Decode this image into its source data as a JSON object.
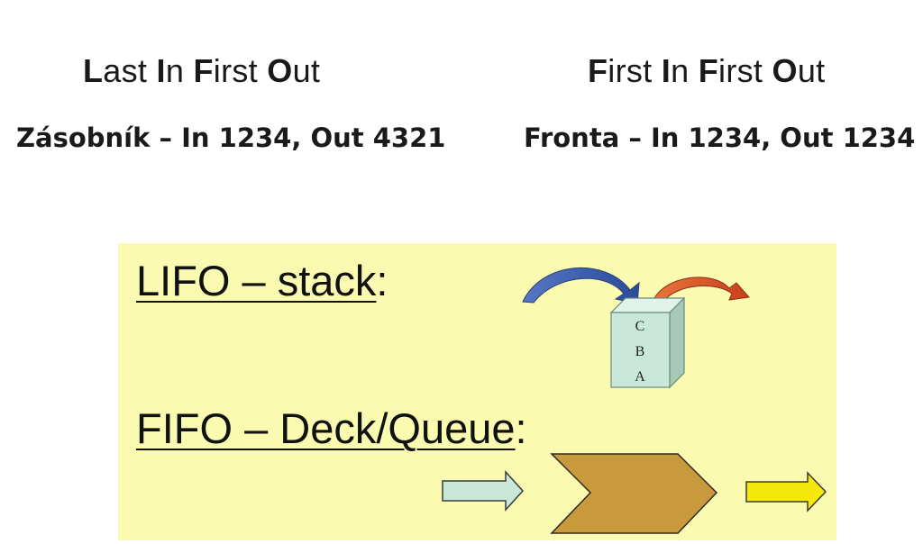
{
  "header": {
    "lifo_acronym": [
      {
        "bold": "L",
        "rest": "ast "
      },
      {
        "bold": "I",
        "rest": "n "
      },
      {
        "bold": "F",
        "rest": "irst "
      },
      {
        "bold": "O",
        "rest": "ut"
      }
    ],
    "fifo_acronym": [
      {
        "bold": "F",
        "rest": "irst "
      },
      {
        "bold": "I",
        "rest": "n "
      },
      {
        "bold": "F",
        "rest": "irst "
      },
      {
        "bold": "O",
        "rest": "ut"
      }
    ],
    "lifo_description": "Zásobník – In 1234, Out 4321",
    "fifo_description": "Fronta – In 1234, Out 1234"
  },
  "panel": {
    "background": "#fafab0",
    "lifo_title_main": "LIFO – stack",
    "lifo_title_suffix": ":",
    "fifo_title_main": "FIFO – Deck/Queue",
    "fifo_title_suffix": ":",
    "stack_box_letters": [
      "C",
      "B",
      "A"
    ]
  },
  "colors": {
    "in_arrow_blue": "#3f5fae",
    "out_arrow_orange": "#d9572b",
    "box_fill": "#c9e8da",
    "queue_in_arrow": "#c9e8da",
    "queue_chevron": "#c89a3c",
    "queue_out_arrow": "#f5e80a"
  }
}
